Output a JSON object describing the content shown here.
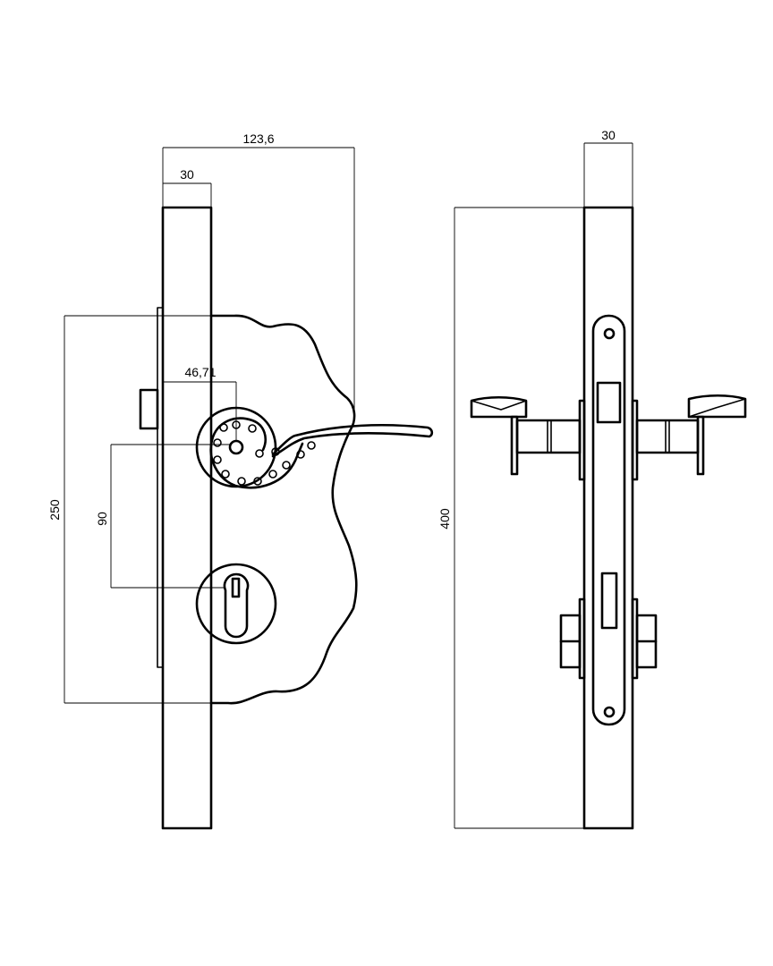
{
  "drawing": {
    "line_color": "#000000",
    "background": "#ffffff",
    "front_view": {
      "dimensions": {
        "overall_width": "123,6",
        "bar_width": "30",
        "backset": "46,71",
        "center_distance": "90",
        "plate_height": "250"
      }
    },
    "side_view": {
      "dimensions": {
        "bar_width": "30",
        "overall_height": "400"
      }
    }
  }
}
